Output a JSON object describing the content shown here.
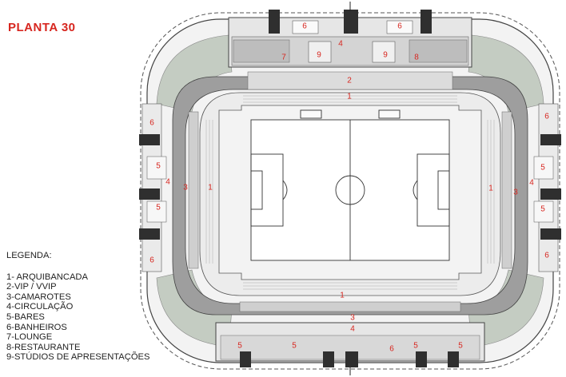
{
  "title": "PLANTA 30",
  "legend": {
    "heading": "LEGENDA:",
    "items": [
      "1- ARQUIBANCADA",
      "2-VIP / VVIP",
      "3-CAMAROTES",
      "4-CIRCULAÇÃO",
      "5-BARES",
      "6-BANHEIROS",
      "7-LOUNGE",
      "8-RESTAURANTE",
      "9-STÚDIOS DE APRESENTAÇÕES"
    ]
  },
  "zone_labels": {
    "n1": "1",
    "n2": "2",
    "n4": "4",
    "n6": "6",
    "n7": "7",
    "n8": "8",
    "n9": "9",
    "s1": "1",
    "s3": "3",
    "s4": "4",
    "s5": "5",
    "s6": "6",
    "w1": "1",
    "w3": "3",
    "w4": "4",
    "w5": "5",
    "w6": "6",
    "e1": "1",
    "e3": "3",
    "e4": "4",
    "e5": "5",
    "e6": "6"
  },
  "colors": {
    "label_red": "#d7261f",
    "concourse": "#9a9a9a",
    "dark_block": "#3a3a3a",
    "landscape": "#c4ccc2",
    "field_line": "#333333"
  }
}
